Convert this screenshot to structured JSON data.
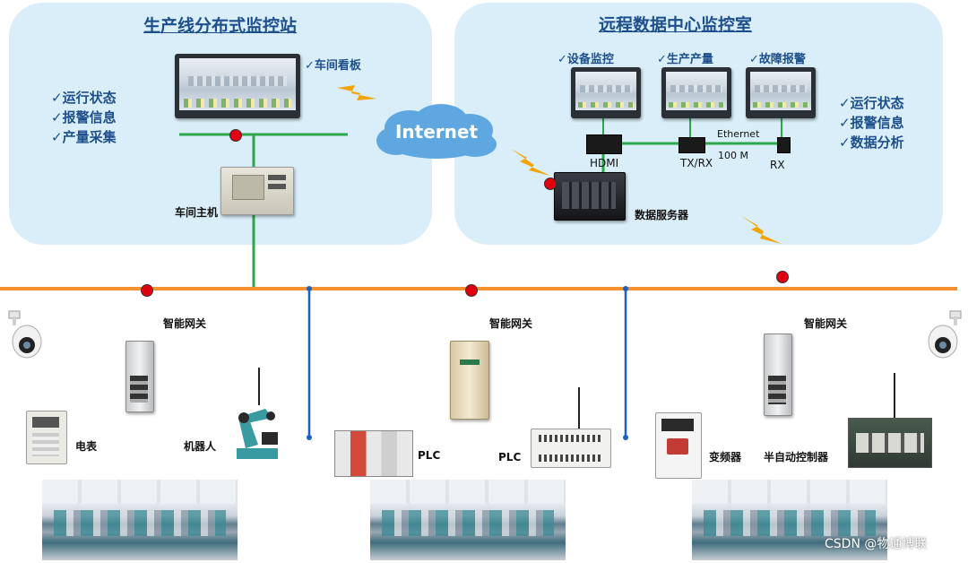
{
  "left_station": {
    "title": "生产线分布式监控站",
    "workshop_board": "✓车间看板",
    "functions": [
      "✓运行状态",
      "✓报警信息",
      "✓产量采集"
    ],
    "host_label": "车间主机"
  },
  "right_center": {
    "title": "远程数据中心监控室",
    "monitors": [
      "✓设备监控",
      "✓生产产量",
      "✓故障报警"
    ],
    "functions": [
      "✓运行状态",
      "✓报警信息",
      "✓数据分析"
    ],
    "hdmi": "HDMI",
    "txrx": "TX/RX",
    "ethernet": "Ethernet",
    "speed": "100 M",
    "rx": "RX",
    "server_label": "数据服务器"
  },
  "cloud": {
    "label": "Internet"
  },
  "gateways": [
    {
      "label": "智能网关"
    },
    {
      "label": "智能网关"
    },
    {
      "label": "智能网关"
    }
  ],
  "devices": {
    "meter": "电表",
    "robot": "机器人",
    "plc1": "PLC",
    "plc2": "PLC",
    "inverter": "变频器",
    "semi_auto": "半自动控制器"
  },
  "watermark": "CSDN @物通博联",
  "colors": {
    "panel": "#d9eef8",
    "title_blue": "#1d4f8c",
    "bus_orange": "#f5922f",
    "green_link": "#2ca84a",
    "blue_link": "#1f5fbf",
    "node_red": "#e0000f",
    "lightning": "#f4a300"
  },
  "icons": [
    "camera-icon",
    "lightning-icon",
    "cloud-icon",
    "monitor-icon",
    "server-icon",
    "gateway-icon",
    "robot-arm-icon",
    "meter-icon",
    "plc-icon",
    "inverter-icon"
  ]
}
